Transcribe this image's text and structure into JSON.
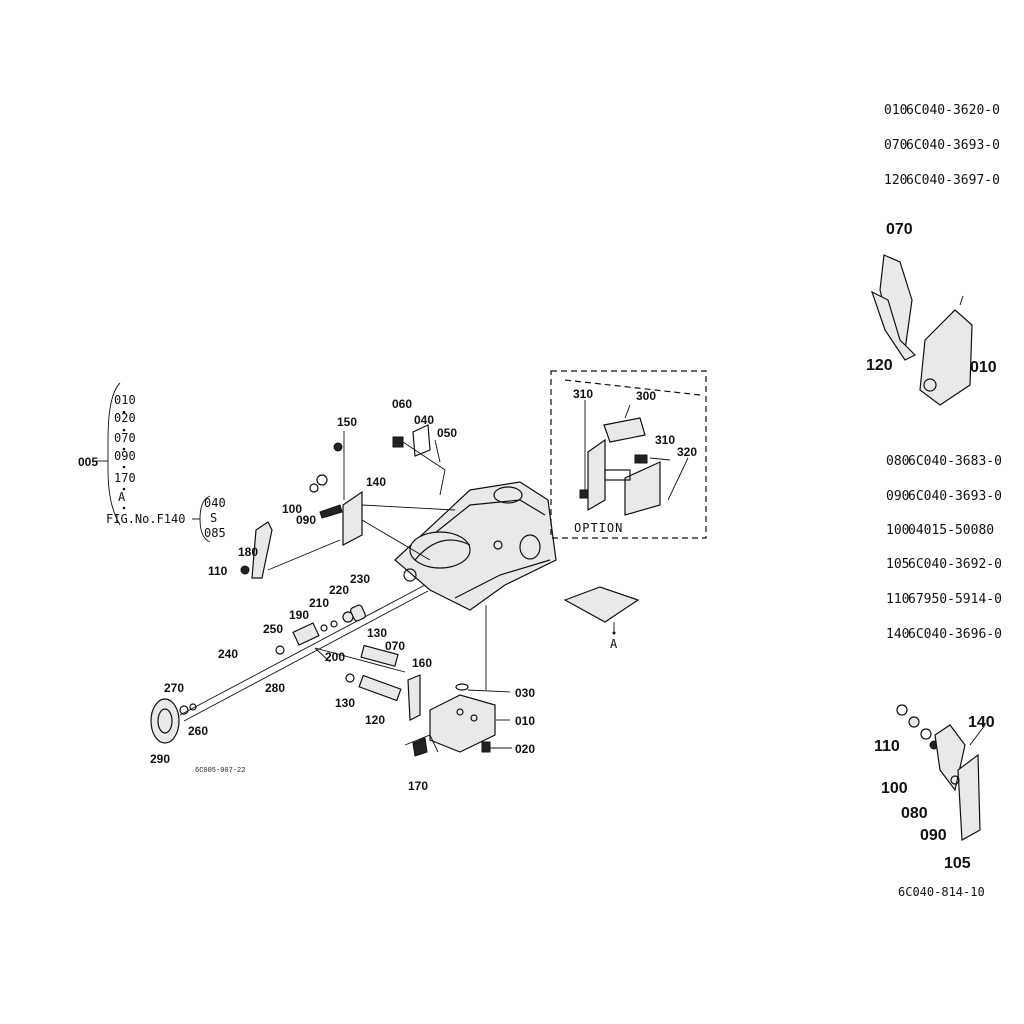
{
  "callouts": {
    "c005": "005",
    "c010": "010",
    "c020": "020",
    "c030": "030",
    "c040": "040",
    "c050": "050",
    "c060": "060",
    "c070": "070",
    "c090": "090",
    "c100": "100",
    "c110": "110",
    "c120": "120",
    "c130a": "130",
    "c130b": "130",
    "c140": "140",
    "c150": "150",
    "c160": "160",
    "c170": "170",
    "c180": "180",
    "c190": "190",
    "c200": "200",
    "c210": "210",
    "c220": "220",
    "c230": "230",
    "c240": "240",
    "c250": "250",
    "c260": "260",
    "c270": "270",
    "c280": "280",
    "c290": "290",
    "c300": "300",
    "c310a": "310",
    "c310b": "310",
    "c320": "320",
    "cA": "A"
  },
  "assembly_list": {
    "items": [
      "010",
      "020",
      "070",
      "090",
      "170",
      "A"
    ],
    "fig_ref": "FIG.No.F140",
    "range_from": "040",
    "range_sym": "S",
    "range_to": "085"
  },
  "option_box": {
    "label": "OPTION"
  },
  "drawing_code": "6C005-007-22",
  "ref_table_1": [
    {
      "num": "010",
      "part": "6C040-3620-0"
    },
    {
      "num": "070",
      "part": "6C040-3693-0"
    },
    {
      "num": "120",
      "part": "6C040-3697-0"
    }
  ],
  "ref_table_2": [
    {
      "num": "080",
      "part": "6C040-3683-0"
    },
    {
      "num": "090",
      "part": "6C040-3693-0"
    },
    {
      "num": "100",
      "part": "04015-50080"
    },
    {
      "num": "105",
      "part": "6C040-3692-0"
    },
    {
      "num": "110",
      "part": "67950-5914-0"
    },
    {
      "num": "140",
      "part": "6C040-3696-0"
    }
  ],
  "detail_1": {
    "l070": "070",
    "l120": "120",
    "l010": "010"
  },
  "detail_2": {
    "l110": "110",
    "l100": "100",
    "l080": "080",
    "l090": "090",
    "l105": "105",
    "l140": "140"
  },
  "footer_code": "6C040-814-10"
}
